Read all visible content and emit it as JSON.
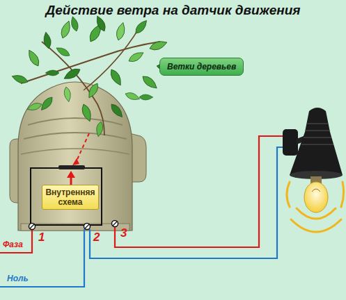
{
  "diagram": {
    "title": "Действие ветра на датчик движения",
    "nodes": [
      {
        "text": [
          "Ветки деревьев"
        ]
      },
      {
        "text": [
          "Внутренняя схема"
        ]
      }
    ],
    "labels": [
      "Фаза",
      "1",
      "2",
      "3",
      "Ноль"
    ]
  }
}
